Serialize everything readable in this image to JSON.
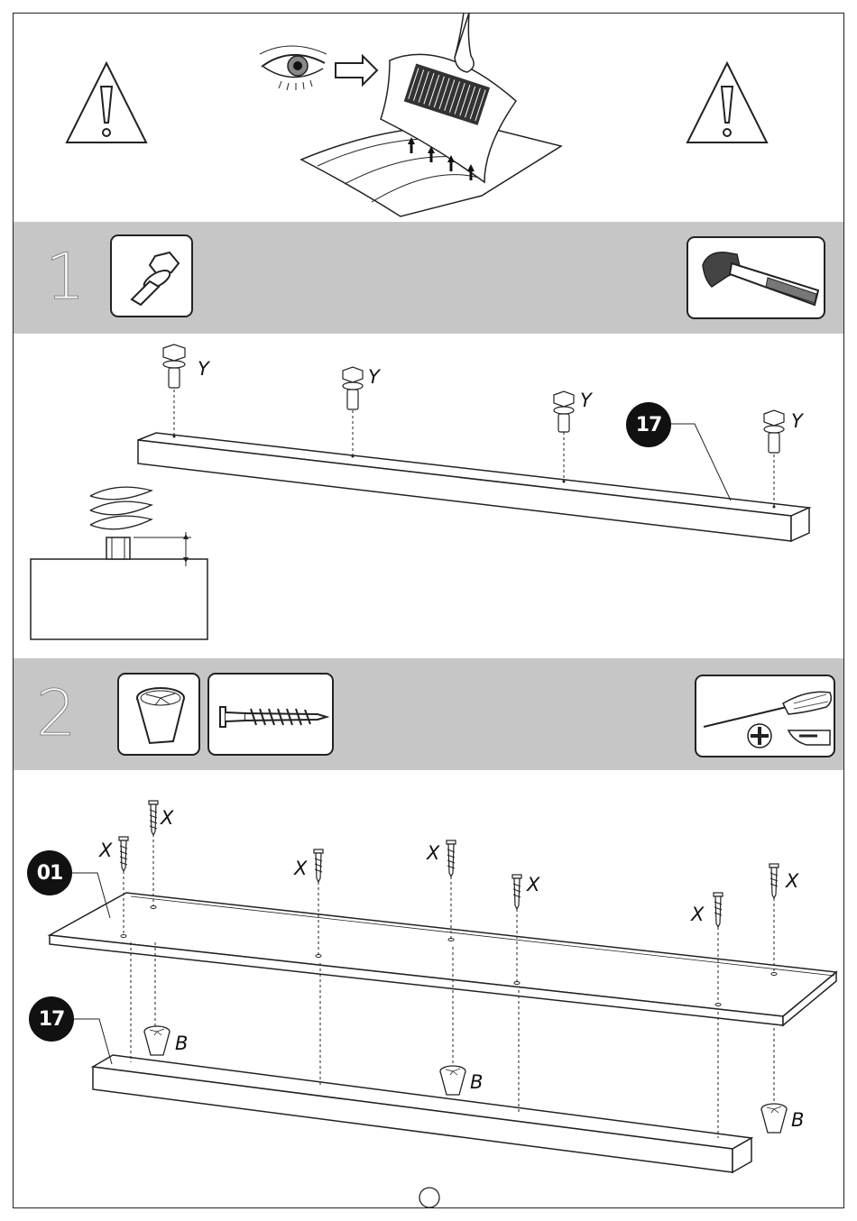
{
  "step1": {
    "number": "1",
    "label_y": "Y",
    "part_badge": "17"
  },
  "step2": {
    "number": "2",
    "label_x": "X",
    "label_b": "B",
    "part_badge_top": "01",
    "part_badge_bottom": "17"
  },
  "icons": {
    "warning": "warning-triangle-icon",
    "read_instructions": "eye-read-manual-icon",
    "bolt": "bolt-icon",
    "hammer": "hammer-icon",
    "foot": "conical-foot-icon",
    "screw": "screw-icon",
    "screwdriver": "phillips-screwdriver-icon"
  }
}
